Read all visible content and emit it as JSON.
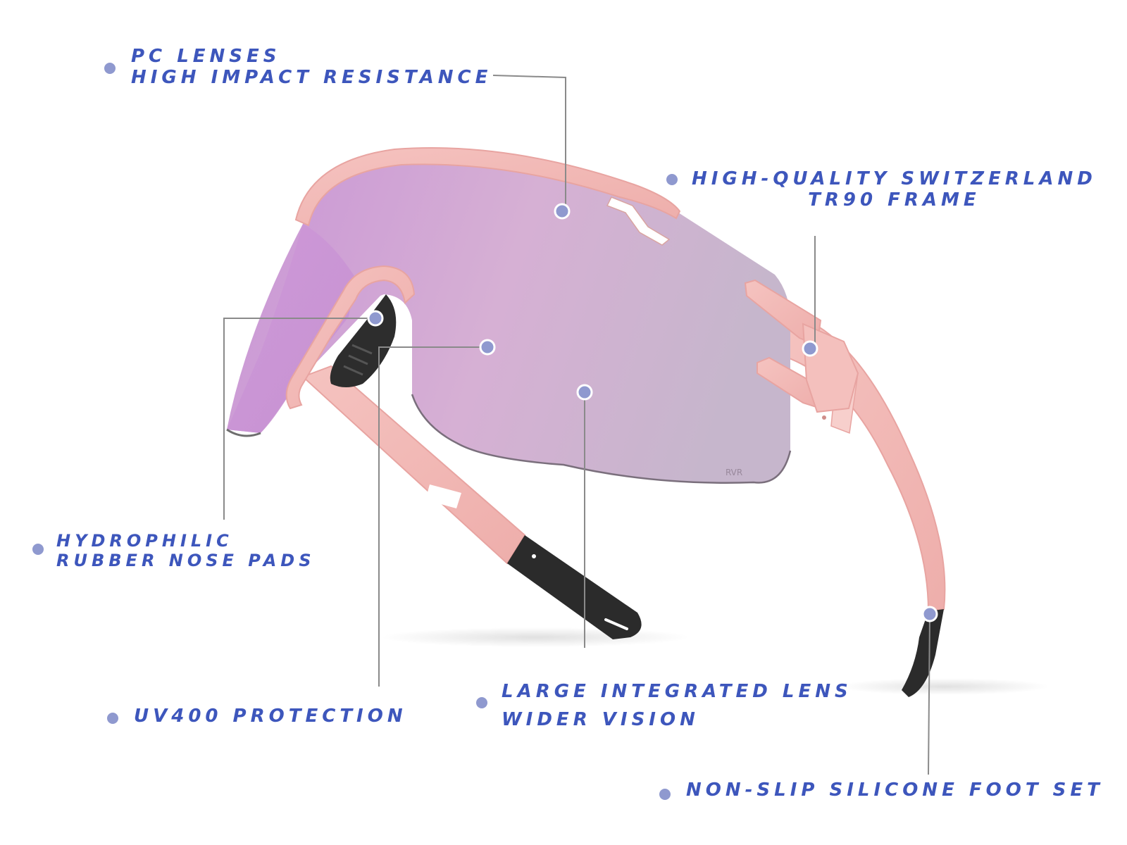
{
  "colors": {
    "label_text": "#3d56bc",
    "bullet": "#8f99cf",
    "marker_fill": "#8f99cf",
    "marker_ring": "#ffffff",
    "leader_line": "#8a8a8a",
    "frame_pink": "#f2b8b5",
    "lens_left": "#c995d6",
    "lens_right": "#c6b6cc",
    "rubber_black": "#2b2b2b"
  },
  "features": [
    {
      "id": "pc-lenses",
      "lines": [
        "PC LENSES",
        "HIGH IMPACT RESISTANCE"
      ]
    },
    {
      "id": "tr90-frame",
      "lines": [
        "HIGH-QUALITY SWITZERLAND",
        "TR90 FRAME"
      ]
    },
    {
      "id": "nose-pads",
      "lines": [
        "HYDROPHILIC",
        "RUBBER NOSE PADS"
      ]
    },
    {
      "id": "uv400",
      "lines": [
        "UV400 PROTECTION"
      ]
    },
    {
      "id": "large-lens",
      "lines": [
        "LARGE INTEGRATED LENS",
        "WIDER VISION"
      ]
    },
    {
      "id": "foot-set",
      "lines": [
        "NON-SLIP SILICONE FOOT SET"
      ]
    }
  ]
}
